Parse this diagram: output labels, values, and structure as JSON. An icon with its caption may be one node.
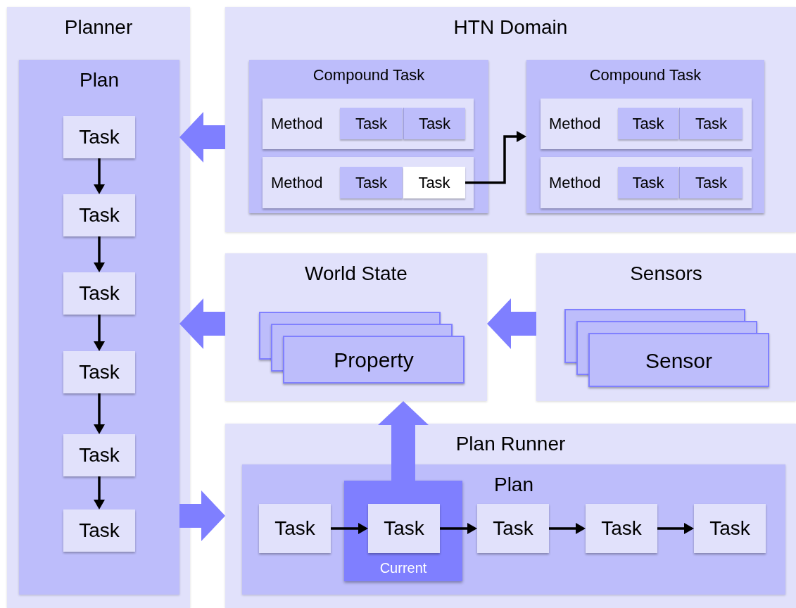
{
  "diagram": {
    "nodes": [
      {
        "text": [
          "Planner"
        ]
      },
      {
        "text": [
          "Plan"
        ],
        "in": 0
      },
      {
        "text": [
          "Task"
        ],
        "in": 1
      },
      {
        "text": [
          "Task"
        ],
        "in": 1
      },
      {
        "text": [
          "Task"
        ],
        "in": 1
      },
      {
        "text": [
          "Task"
        ],
        "in": 1
      },
      {
        "text": [
          "Task"
        ],
        "in": 1
      },
      {
        "text": [
          "Task"
        ],
        "in": 1
      },
      {
        "text": [
          "HTN Domain"
        ]
      },
      {
        "text": [
          "Compound Task"
        ],
        "in": 8
      },
      {
        "text": [
          "Method"
        ],
        "in": 9
      },
      {
        "text": [
          "Task"
        ],
        "in": 10
      },
      {
        "text": [
          "Task"
        ],
        "in": 10
      },
      {
        "text": [
          "Method"
        ],
        "in": 9
      },
      {
        "text": [
          "Task"
        ],
        "in": 13
      },
      {
        "text": [
          "Task"
        ],
        "in": 13
      },
      {
        "text": [
          "Compound Task"
        ],
        "in": 8
      },
      {
        "text": [
          "Method"
        ],
        "in": 16
      },
      {
        "text": [
          "Task"
        ],
        "in": 17
      },
      {
        "text": [
          "Task"
        ],
        "in": 17
      },
      {
        "text": [
          "Method"
        ],
        "in": 16
      },
      {
        "text": [
          "Task"
        ],
        "in": 20
      },
      {
        "text": [
          "Task"
        ],
        "in": 20
      },
      {
        "text": [
          "World State"
        ]
      },
      {
        "text": [
          "Property"
        ],
        "in": 23
      },
      {
        "text": [
          "Sensors"
        ]
      },
      {
        "text": [
          "Sensor"
        ],
        "in": 25
      },
      {
        "text": [
          "Plan Runner"
        ]
      },
      {
        "text": [
          "Plan"
        ],
        "in": 27
      },
      {
        "text": [
          "Task"
        ],
        "in": 28
      },
      {
        "text": [
          "Current"
        ],
        "in": 28
      },
      {
        "text": [
          "Task"
        ],
        "in": 30
      },
      {
        "text": [
          "Task"
        ],
        "in": 28
      },
      {
        "text": [
          "Task"
        ],
        "in": 28
      },
      {
        "text": [
          "Task"
        ],
        "in": 28
      }
    ],
    "edges": [
      {
        "from": 8,
        "to": 1,
        "arrow": "to",
        "style": "thick",
        "color": "#7f7fff"
      },
      {
        "from": 23,
        "to": 1,
        "arrow": "to",
        "style": "thick",
        "color": "#7f7fff"
      },
      {
        "from": 25,
        "to": 23,
        "arrow": "to",
        "style": "thick",
        "color": "#7f7fff"
      },
      {
        "from": 1,
        "to": 27,
        "arrow": "to",
        "style": "thick",
        "color": "#7f7fff"
      },
      {
        "from": 30,
        "to": 23,
        "arrow": "to",
        "style": "thick",
        "color": "#7f7fff"
      },
      {
        "from": 2,
        "to": 3,
        "arrow": "to"
      },
      {
        "from": 3,
        "to": 4,
        "arrow": "to"
      },
      {
        "from": 4,
        "to": 5,
        "arrow": "to"
      },
      {
        "from": 5,
        "to": 6,
        "arrow": "to"
      },
      {
        "from": 6,
        "to": 7,
        "arrow": "to"
      },
      {
        "from": 15,
        "to": 16,
        "arrow": "to"
      },
      {
        "from": 29,
        "to": 31,
        "arrow": "to"
      },
      {
        "from": 31,
        "to": 32,
        "arrow": "to"
      },
      {
        "from": 32,
        "to": 33,
        "arrow": "to"
      },
      {
        "from": 33,
        "to": 34,
        "arrow": "to"
      }
    ]
  }
}
